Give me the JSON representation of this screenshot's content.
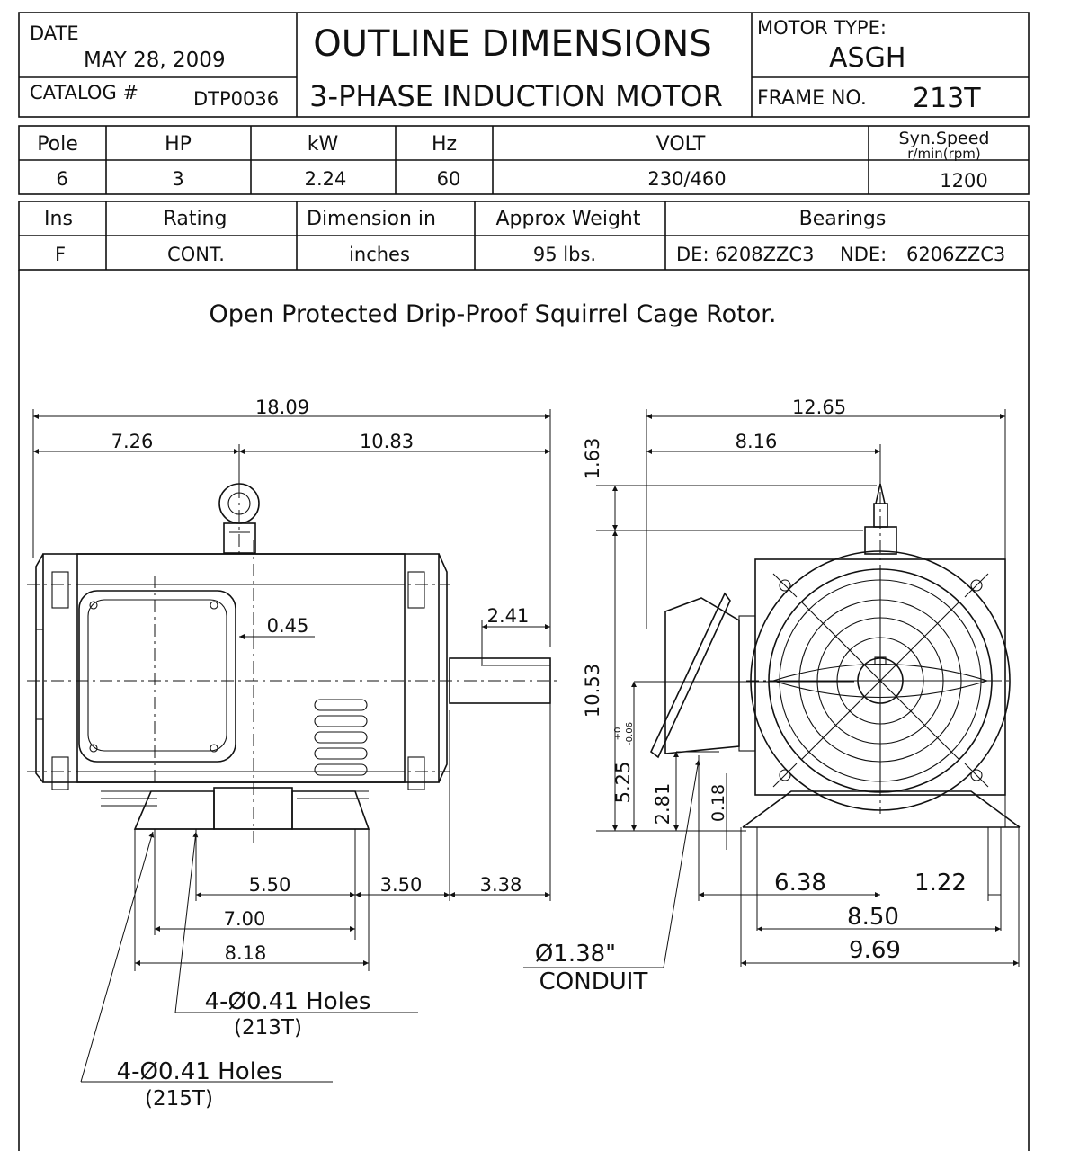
{
  "header": {
    "date_label": "DATE",
    "date_value": "MAY 28, 2009",
    "catalog_label": "CATALOG #",
    "catalog_value": "DTP0036",
    "title_line1": "OUTLINE DIMENSIONS",
    "title_line2": "3-PHASE INDUCTION MOTOR",
    "motor_type_label": "MOTOR TYPE:",
    "motor_type_value": "ASGH",
    "frame_label": "FRAME NO.",
    "frame_value": "213T"
  },
  "specs1": {
    "headers": [
      "Pole",
      "HP",
      "kW",
      "Hz",
      "VOLT",
      "Syn.Speed",
      "r/min(rpm)"
    ],
    "values": [
      "6",
      "3",
      "2.24",
      "60",
      "230/460",
      "1200"
    ]
  },
  "specs2": {
    "headers": [
      "Ins",
      "Rating",
      "Dimension in",
      "Approx Weight",
      "Bearings"
    ],
    "values": [
      "F",
      "CONT.",
      "inches",
      "95 lbs.",
      "DE: 6208ZZC3",
      "NDE:",
      "6206ZZC3"
    ]
  },
  "description": "Open Protected Drip-Proof Squirrel Cage Rotor.",
  "side_view": {
    "overall_length": "18.09",
    "dim_a": "7.26",
    "dim_b": "10.83",
    "dim_shaft": "2.41",
    "dim_offset": "0.45",
    "dim_550": "5.50",
    "dim_350": "3.50",
    "dim_338": "3.38",
    "dim_700": "7.00",
    "dim_818": "8.18",
    "holes_213": "4-Ø0.41 Holes",
    "holes_213_frame": "(213T)",
    "holes_215": "4-Ø0.41 Holes",
    "holes_215_frame": "(215T)"
  },
  "end_view": {
    "overall_width": "12.65",
    "dim_816": "8.16",
    "dim_163": "1.63",
    "dim_1053": "10.53",
    "dim_525": "5.25",
    "tol_plus": "+0",
    "tol_minus": "-0.06",
    "dim_281": "2.81",
    "dim_018": "0.18",
    "dim_638": "6.38",
    "dim_122": "1.22",
    "dim_850": "8.50",
    "dim_969": "9.69",
    "conduit_size": "Ø1.38\"",
    "conduit_label": "CONDUIT"
  }
}
